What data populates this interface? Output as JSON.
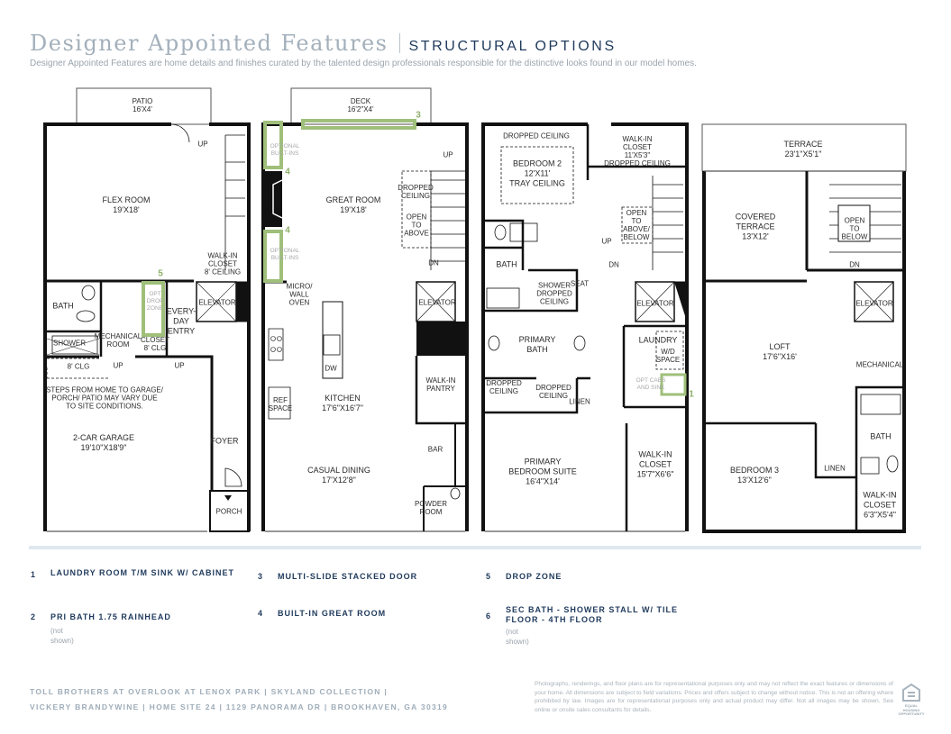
{
  "header": {
    "title": "Designer Appointed Features",
    "section": "STRUCTURAL OPTIONS",
    "subtitle": "Designer Appointed Features are home details and finishes curated by the talented design professionals responsible for the distinctive looks found in our model homes."
  },
  "colors": {
    "accent_green": "#9fbf7a",
    "brand_blue": "#1f3a5c",
    "title_gray": "#a3b0bb"
  },
  "floor1": {
    "patio": "PATIO\n16'X4'",
    "up1": "UP",
    "flex": "FLEX ROOM\n19'X18'",
    "walkin": "WALK-IN\nCLOSET\n8' CEILING",
    "opt5": "5",
    "bath": "BATH",
    "dropzone": "OPT\nDROP\nZONE",
    "elevator": "ELEVATOR",
    "entry": "EVERY-\nDAY\nENTRY",
    "mech": "MECHANICAL\nROOM",
    "shower": "SHOWER",
    "closet": "CLOSET\n8' CLG",
    "clg": "8' CLG",
    "up2": "UP",
    "up3": "UP",
    "steps": "STEPS FROM HOME TO GARAGE/\nPORCH/ PATIO MAY VARY DUE\nTO SITE CONDITIONS.",
    "garage": "2-CAR GARAGE\n19'10\"X18'9\"",
    "foyer": "FOYER",
    "porch": "PORCH"
  },
  "floor2": {
    "deck": "DECK\n16'2\"X4'",
    "opt3": "3",
    "builtins1": "OPTIONAL\nBUILT-INS",
    "opt4a": "4",
    "opt4b": "4",
    "builtins2": "OPTIONAL\nBUILT-INS",
    "great": "GREAT ROOM\n19'X18'",
    "up": "UP",
    "dropped": "DROPPED\nCEILING",
    "open": "OPEN\nTO\nABOVE",
    "dn": "DN",
    "micro": "MICRO/\nWALL\nOVEN",
    "elevator": "ELEVATOR",
    "dw": "DW",
    "ref": "REF\nSPACE",
    "kitchen": "KITCHEN\n17'6\"X16'7\"",
    "pantry": "WALK-IN\nPANTRY",
    "bar": "BAR",
    "dining": "CASUAL DINING\n17'X12'8\"",
    "powder": "POWDER\nROOM"
  },
  "floor3": {
    "dropped1": "DROPPED CEILING",
    "walkin1": "WALK-IN\nCLOSET\n11'X5'3\"\nDROPPED CEILING",
    "bed2": "BEDROOM 2\n12'X11'\nTRAY CEILING",
    "open": "OPEN\nTO\nABOVE/\nBELOW",
    "up": "UP",
    "dn": "DN",
    "bath": "BATH",
    "shower": "SHOWER\nDROPPED\nCEILING",
    "seat": "SEAT",
    "elevator": "ELEVATOR",
    "pbath": "PRIMARY\nBATH",
    "laundry": "LAUNDRY",
    "wd": "W/D\nSPACE",
    "cabs": "OPT CABS\nAND SINK",
    "opt1": "1",
    "dropped2": "DROPPED\nCEILING",
    "dropped3": "DROPPED\nCEILING",
    "linen": "LINEN",
    "suite": "PRIMARY\nBEDROOM SUITE\n16'4\"X14'",
    "walkin2": "WALK-IN\nCLOSET\n15'7\"X6'6\""
  },
  "floor4": {
    "terrace": "TERRACE\n23'1\"X5'1\"",
    "covered": "COVERED\nTERRACE\n13'X12'",
    "open": "OPEN\nTO\nBELOW",
    "dn": "DN",
    "elevator": "ELEVATOR",
    "loft": "LOFT\n17'6\"X16'",
    "mech": "MECHANICAL",
    "bath": "BATH",
    "linen": "LINEN",
    "bed3": "BEDROOM 3\n13'X12'6\"",
    "walkin": "WALK-IN\nCLOSET\n6'3\"X5'4\""
  },
  "options": [
    {
      "num": "1",
      "label": "LAUNDRY ROOM T/M SINK W/ CABINET"
    },
    {
      "num": "2",
      "label": "PRI BATH 1.75 RAINHEAD",
      "note": "(not shown)"
    },
    {
      "num": "3",
      "label": "MULTI-SLIDE STACKED DOOR"
    },
    {
      "num": "4",
      "label": "BUILT-IN GREAT ROOM"
    },
    {
      "num": "5",
      "label": "DROP ZONE"
    },
    {
      "num": "6",
      "label": "SEC BATH - SHOWER STALL W/ TILE FLOOR - 4TH FLOOR",
      "note": "(not shown)"
    }
  ],
  "footer": {
    "line1": "TOLL BROTHERS AT OVERLOOK AT LENOX PARK |  SKYLAND COLLECTION  |",
    "line2": "VICKERY BRANDYWINE | HOME SITE 24 |  1129 PANORAMA DR | BROOKHAVEN, GA 30319",
    "disclaimer": "Photographs, renderings, and floor plans are for representational purposes only and may not reflect the exact features or dimensions of your home. All dimensions are subject to field variations. Prices and offers subject to change without notice. This is not an offering where prohibited by law. Images are for representational purposes only and actual product may differ. Not all images may be shown. See online or onsite sales consultants for details.",
    "logo_text": "EQUAL HOUSING OPPORTUNITY"
  }
}
